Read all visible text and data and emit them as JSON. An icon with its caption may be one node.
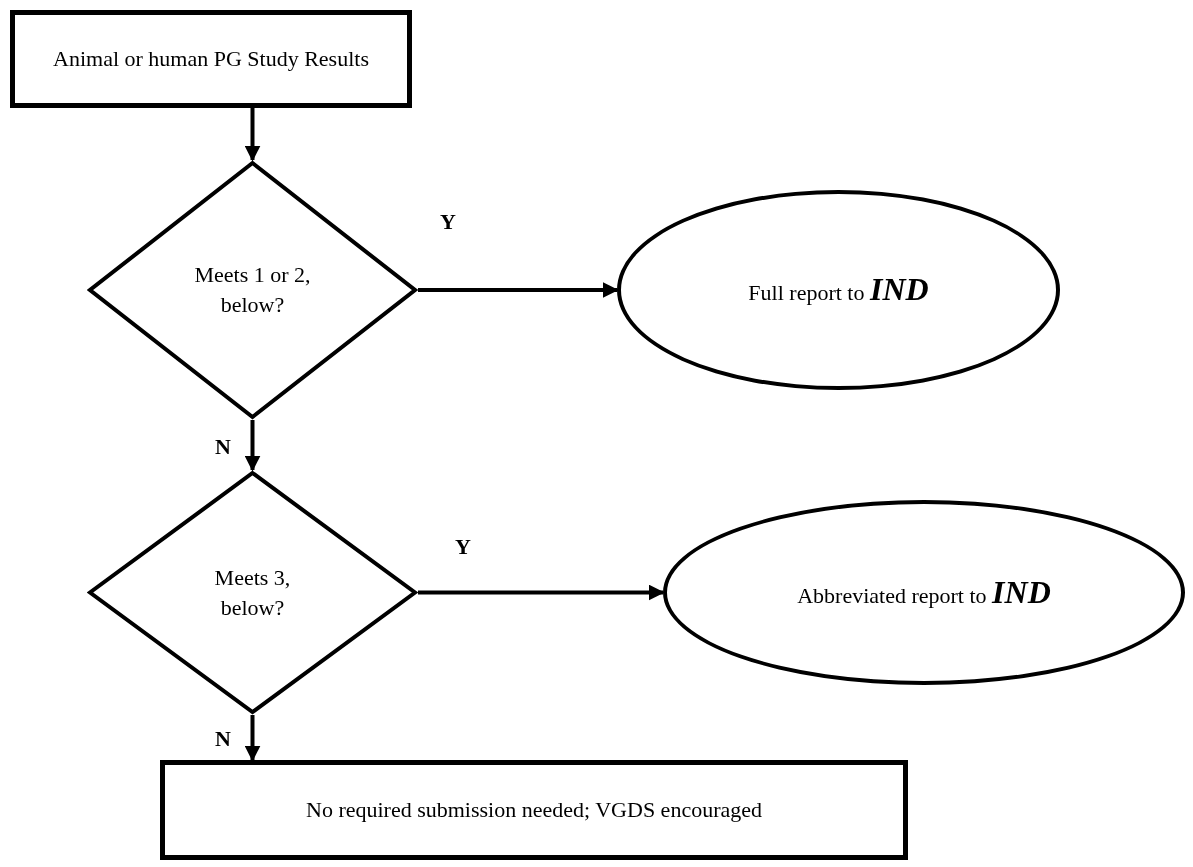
{
  "diagram": {
    "nodes": [
      {
        "text": [
          "Animal or human PG Study Results"
        ]
      },
      {
        "text": [
          "Meets 1 or 2, below?"
        ]
      },
      {
        "text": [
          "Full report to **IND**"
        ]
      },
      {
        "text": [
          "Meets 3, below?"
        ]
      },
      {
        "text": [
          "Abbreviated report to **IND**"
        ]
      },
      {
        "text": [
          "No required submission needed; VGDS encouraged"
        ]
      }
    ],
    "edges": [
      {
        "from": 0,
        "to": 1,
        "arrow": "to"
      },
      {
        "from": 1,
        "to": 2,
        "arrow": "to",
        "label": "Y"
      },
      {
        "from": 1,
        "to": 3,
        "arrow": "to",
        "label": "N"
      },
      {
        "from": 3,
        "to": 4,
        "arrow": "to",
        "label": "Y"
      },
      {
        "from": 3,
        "to": 5,
        "arrow": "to",
        "label": "N"
      }
    ]
  }
}
